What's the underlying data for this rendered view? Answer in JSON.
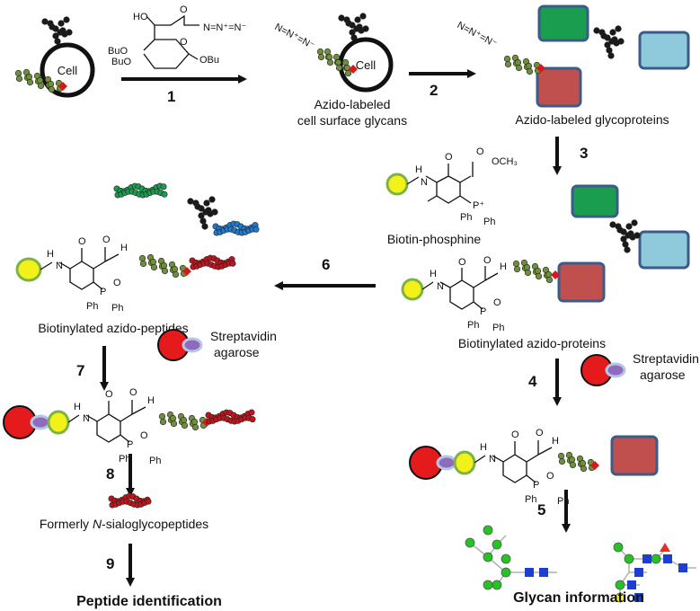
{
  "cells": {
    "left": "Cell",
    "middle": "Cell"
  },
  "reagent_1": {
    "ho": "HO",
    "bu_top": "BuO",
    "bu_bottom": "BuO",
    "obu": "OBu",
    "o_ring": "O",
    "o_carbonyl": "O",
    "azide": "N=N⁺=N⁻"
  },
  "steps": {
    "s1": "1",
    "s2": "2",
    "s3": "3",
    "s4": "4",
    "s5": "5",
    "s6": "6",
    "s7": "7",
    "s8": "8",
    "s9": "9"
  },
  "labels": {
    "azido_cell_1": "Azido-labeled",
    "azido_cell_2": "cell surface glycans",
    "azido_glycoproteins": "Azido-labeled glycoproteins",
    "biotin_phosphine": "Biotin-phosphine",
    "biotinylated_proteins": "Biotinylated azido-proteins",
    "biotinylated_peptides": "Biotinylated azido-peptides",
    "streptavidin_1": "Streptavidin",
    "agarose_1": "agarose",
    "streptavidin_2": "Streptavidin",
    "agarose_2": "agarose",
    "formerly_1": "Formerly ",
    "formerly_n": "N",
    "formerly_2": "-sialoglycopeptides",
    "peptide_identification": "Peptide identification",
    "glycan_information": "Glycan information"
  },
  "chem": {
    "och3": "OCH₃",
    "o": "O",
    "nh": "H",
    "n": "N",
    "p": "P",
    "p_plus": "P⁺",
    "ph": "Ph",
    "o_plus": "O"
  },
  "colors": {
    "glycan_green": "#6f8f3a",
    "glycan_black": "#1a1a1a",
    "protein_green": "#1a9d4f",
    "protein_blue": "#8fc9dc",
    "protein_red": "#c0504d",
    "peptide_red": "#c0151b",
    "peptide_blue": "#1f7ad1",
    "biotin_yellow": "#f2f21a",
    "biotin_ring": "#7cb342",
    "bead_red": "#e41a1c",
    "streptavidin_purple": "#8e6bbf",
    "sia_red": "#d7191c",
    "glc_blue": "#1c3fd1",
    "man_green": "#22c522",
    "gal_yellow": "#f5f52a",
    "fuc_red": "#e53020"
  }
}
